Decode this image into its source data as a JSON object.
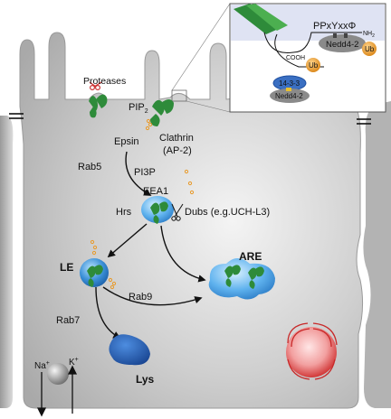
{
  "labels": {
    "proteases": "Proteases",
    "pip": "PIP",
    "pip_sub": "2",
    "clathrin": "Clathrin",
    "ap2": "(AP-2)",
    "epsin": "Epsin",
    "rab5": "Rab5",
    "pi3p": "PI3P",
    "eea1": "EEA1",
    "hrs": "Hrs",
    "dubs": "Dubs (e.g.UCH-L3)",
    "le": "LE",
    "are": "ARE",
    "rab9": "Rab9",
    "rab7": "Rab7",
    "lys": "Lys",
    "na": "Na",
    "na_sup": "+",
    "k": "K",
    "k_sup": "+"
  },
  "inset": {
    "motif": "PPxYxxΦ",
    "nh2": "NH",
    "nh2_sub": "2",
    "nedd4_top": "Nedd4-2",
    "cooh": "COOH",
    "ub1": "Ub",
    "ub2": "Ub",
    "p1433": "14-3-3",
    "nedd4_bottom": "Nedd4-2"
  },
  "colors": {
    "cell": "#c9c9c9",
    "receptor": "#2e8b3a",
    "vesicle": "#3a8fd6",
    "ub": "#e89a2a",
    "lysosome": "#1e4fa0",
    "golgi": "#d23a3a"
  }
}
